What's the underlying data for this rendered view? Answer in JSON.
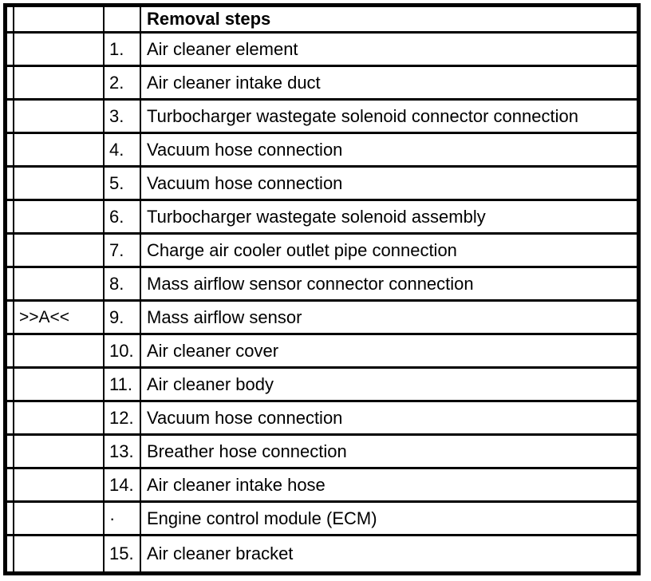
{
  "table": {
    "header": {
      "title": "Removal steps"
    },
    "rows": [
      {
        "marker": "",
        "num": "1.",
        "desc": "Air cleaner element"
      },
      {
        "marker": "",
        "num": "2.",
        "desc": "Air cleaner intake duct"
      },
      {
        "marker": "",
        "num": "3.",
        "desc": "Turbocharger wastegate solenoid connector connection"
      },
      {
        "marker": "",
        "num": "4.",
        "desc": "Vacuum hose connection"
      },
      {
        "marker": "",
        "num": "5.",
        "desc": "Vacuum hose connection"
      },
      {
        "marker": "",
        "num": "6.",
        "desc": "Turbocharger wastegate solenoid assembly"
      },
      {
        "marker": "",
        "num": "7.",
        "desc": "Charge air cooler outlet pipe connection"
      },
      {
        "marker": "",
        "num": "8.",
        "desc": "Mass airflow sensor connector connection"
      },
      {
        "marker": ">>A<<",
        "num": "9.",
        "desc": "Mass airflow sensor"
      },
      {
        "marker": "",
        "num": "10.",
        "desc": "Air cleaner cover"
      },
      {
        "marker": "",
        "num": "11.",
        "desc": "Air cleaner body"
      },
      {
        "marker": "",
        "num": "12.",
        "desc": "Vacuum hose connection"
      },
      {
        "marker": "",
        "num": "13.",
        "desc": "Breather hose connection"
      },
      {
        "marker": "",
        "num": "14.",
        "desc": "Air cleaner intake hose"
      },
      {
        "marker": "",
        "num": "·",
        "desc": "Engine control module (ECM)"
      },
      {
        "marker": "",
        "num": "15.",
        "desc": "Air cleaner bracket"
      }
    ],
    "colors": {
      "border": "#000000",
      "background": "#ffffff",
      "text": "#000000"
    }
  }
}
